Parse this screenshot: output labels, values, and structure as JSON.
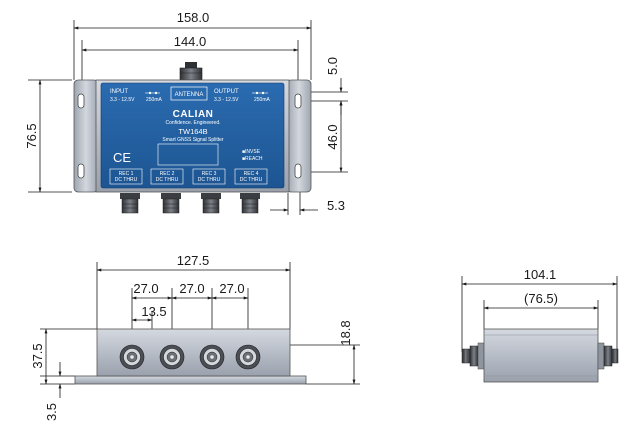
{
  "top_view": {
    "dims": {
      "overall_width": "158.0",
      "hole_spacing": "144.0",
      "overall_height": "76.5",
      "right_a": "5.0",
      "right_b": "46.0",
      "right_c": "5.3"
    },
    "label": {
      "input": "INPUT",
      "input_spec": "3.3 - 12.5V",
      "input_current": "250mA",
      "antenna": "ANTENNA",
      "output": "OUTPUT",
      "output_spec": "3.3 - 12.5V",
      "output_current": "250mA",
      "brand": "CALIAN",
      "tagline": "Confidence. Engineered.",
      "model": "TW164B",
      "description": "Smart GNSS Signal Splitter",
      "ce": "CE",
      "status_a": "■INVSE",
      "status_b": "■REACH",
      "rec1": "REC 1",
      "rec2": "REC 2",
      "rec3": "REC 3",
      "rec4": "REC 4",
      "rec_sub": "DC THRU"
    }
  },
  "front_view": {
    "dims": {
      "width": "127.5",
      "pitch1": "27.0",
      "pitch2": "27.0",
      "pitch3": "27.0",
      "half": "13.5",
      "height": "37.5",
      "center": "18.8",
      "flange": "3.5"
    }
  },
  "side_view": {
    "dims": {
      "overall": "104.1",
      "body": "(76.5)"
    }
  },
  "colors": {
    "housing": "#b4bac4",
    "label_blue": "#1f5fa3",
    "connector": "#4a4d52"
  }
}
